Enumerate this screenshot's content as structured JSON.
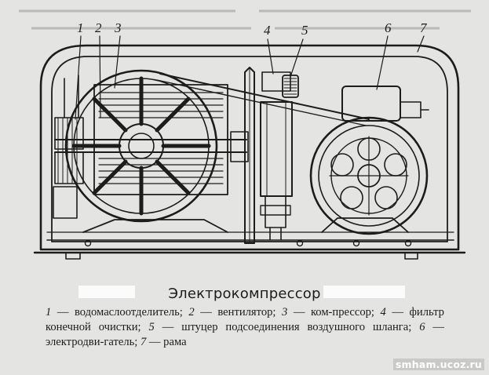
{
  "figure": {
    "caption": "Электрокомпрессор",
    "callouts": [
      "1",
      "2",
      "3",
      "4",
      "5",
      "6",
      "7"
    ],
    "legend": [
      {
        "num": "1",
        "text": "— водомаслоотделитель;"
      },
      {
        "num": "2",
        "text": "— вентилятор;"
      },
      {
        "num": "3",
        "text": "— ком-прессор;"
      },
      {
        "num": "4",
        "text": "— фильтр конечной очистки;"
      },
      {
        "num": "5",
        "text": "— штуцер подсоединения воздушного шланга;"
      },
      {
        "num": "6",
        "text": "— электродви-гатель;"
      },
      {
        "num": "7",
        "text": "— рама"
      }
    ]
  },
  "watermark": "smham.ucoz.ru",
  "colors": {
    "paper": "#e4e4e2",
    "ink": "#1c1c1c",
    "patch": "#fbfbfb"
  }
}
